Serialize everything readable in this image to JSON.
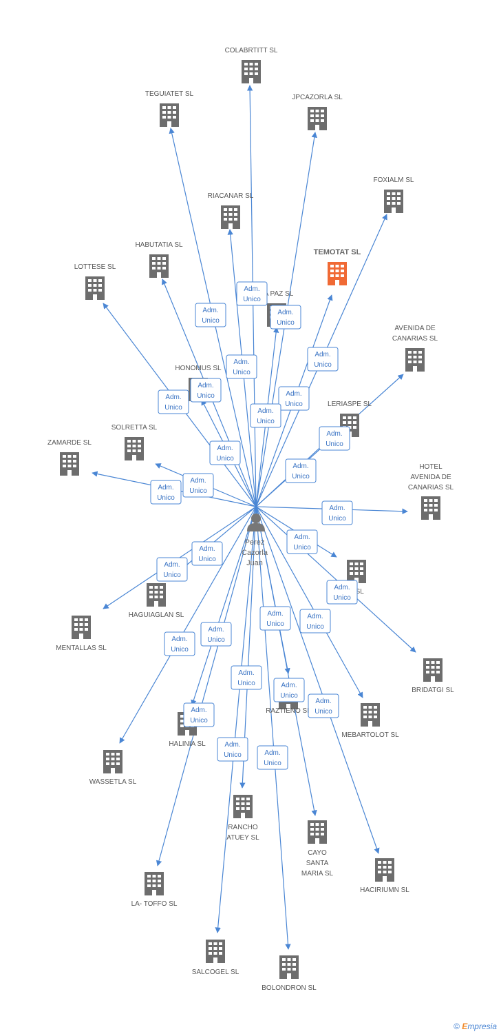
{
  "person": {
    "name": "Perez\nCazorla\nJuan"
  },
  "role_label": "Adm.\nUnico",
  "colors": {
    "edge": "#4a86d4",
    "building": "#6d6d6d",
    "highlight": "#f06a35"
  },
  "companies": [
    {
      "id": "colabrtitt",
      "name": "COLABRTITT SL",
      "highlight": false
    },
    {
      "id": "teguiatet",
      "name": "TEGUIATET SL",
      "highlight": false
    },
    {
      "id": "jpcazorla",
      "name": "JPCAZORLA SL",
      "highlight": false
    },
    {
      "id": "foxialm",
      "name": "FOXIALM SL",
      "highlight": false
    },
    {
      "id": "riacanar",
      "name": "RIACANAR SL",
      "highlight": false
    },
    {
      "id": "temotat",
      "name": "TEMOTAT SL",
      "highlight": true
    },
    {
      "id": "habutatia",
      "name": "HABUTATIA SL",
      "highlight": false
    },
    {
      "id": "lottese",
      "name": "LOTTESE SL",
      "highlight": false
    },
    {
      "id": "yapaz",
      "name": "YA PAZ SL",
      "highlight": false
    },
    {
      "id": "avenida",
      "name": "AVENIDA DE\nCANARIAS SL",
      "highlight": false
    },
    {
      "id": "honomus",
      "name": "HONOMUS SL",
      "highlight": false
    },
    {
      "id": "leriaspe",
      "name": "LERIASPE SL",
      "highlight": false
    },
    {
      "id": "solretta",
      "name": "SOLRETTA SL",
      "highlight": false
    },
    {
      "id": "zamarde",
      "name": "ZAMARDE SL",
      "highlight": false
    },
    {
      "id": "hotel",
      "name": "HOTEL\nAVENIDA DE\nCANARIAS SL",
      "highlight": false
    },
    {
      "id": "ysl",
      "name": "Y SL",
      "highlight": false
    },
    {
      "id": "haguiaglan",
      "name": "HAGUIAGLAN SL",
      "highlight": false
    },
    {
      "id": "mentallas",
      "name": "MENTALLAS SL",
      "highlight": false
    },
    {
      "id": "bridatgi",
      "name": "BRIDATGI SL",
      "highlight": false
    },
    {
      "id": "mebartolot",
      "name": "MEBARTOLOT SL",
      "highlight": false
    },
    {
      "id": "raztieno",
      "name": "RAZTIENO SL",
      "highlight": false
    },
    {
      "id": "halinia",
      "name": "HALINIA SL",
      "highlight": false
    },
    {
      "id": "wassetla",
      "name": "WASSETLA SL",
      "highlight": false
    },
    {
      "id": "rancho",
      "name": "RANCHO\nATUEY SL",
      "highlight": false
    },
    {
      "id": "cayo",
      "name": "CAYO\nSANTA\nMARIA SL",
      "highlight": false
    },
    {
      "id": "haciriumn",
      "name": "HACIRIUMN SL",
      "highlight": false
    },
    {
      "id": "latoffo",
      "name": "LA- TOFFO SL",
      "highlight": false
    },
    {
      "id": "salcogel",
      "name": "SALCOGEL SL",
      "highlight": false
    },
    {
      "id": "bolondron",
      "name": "BOLONDRON SL",
      "highlight": false
    }
  ],
  "footer": {
    "copyright": "©",
    "brand_first": "E",
    "brand_rest": "mpresia"
  }
}
